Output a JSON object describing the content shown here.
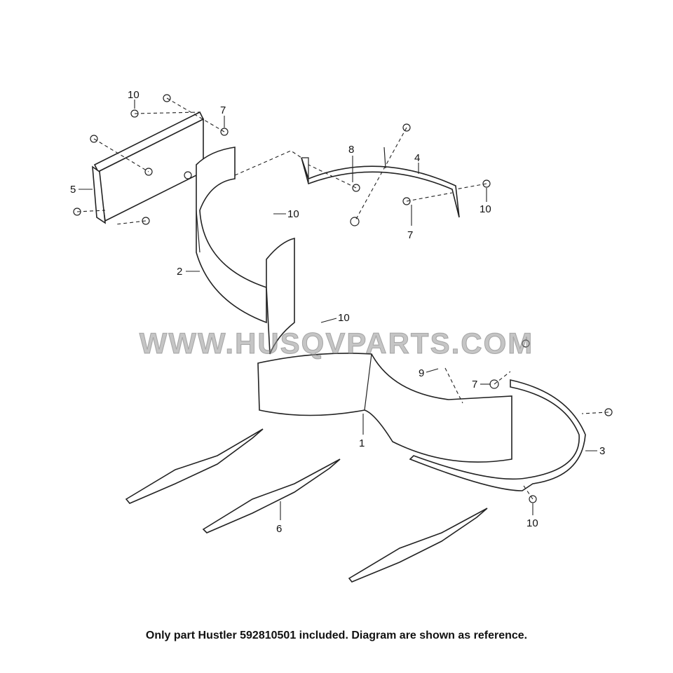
{
  "diagram": {
    "callouts": [
      "10",
      "7",
      "8",
      "4",
      "5",
      "10",
      "7",
      "10",
      "2",
      "10",
      "9",
      "7",
      "1",
      "3",
      "6",
      "10"
    ],
    "watermark": "WWW.HUSQVPARTS.COM",
    "caption": "Only part Hustler 592810501 included. Diagram are shown as reference."
  }
}
